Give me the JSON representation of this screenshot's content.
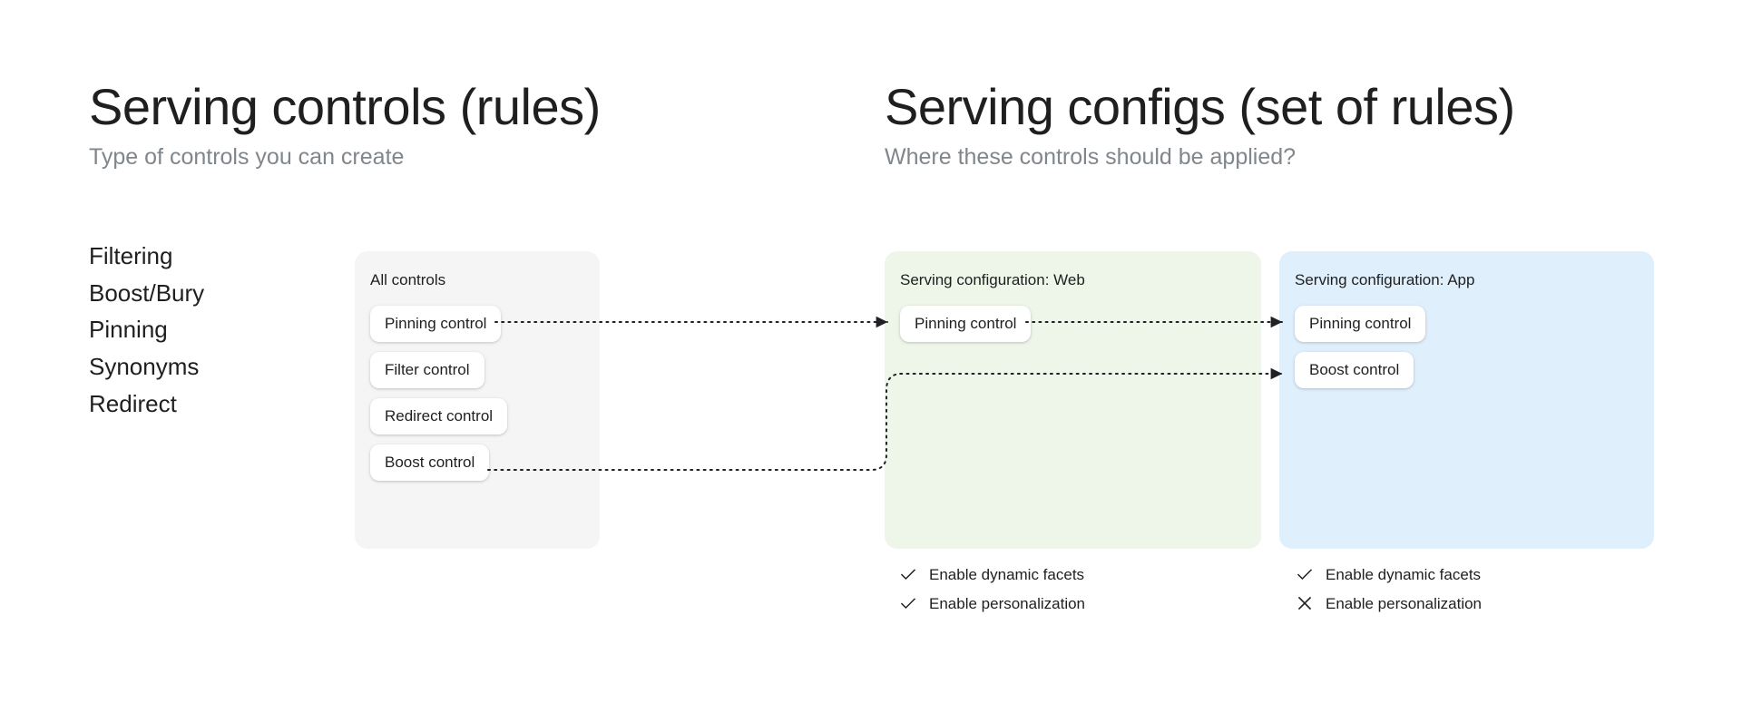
{
  "columns": {
    "left": {
      "title": "Serving controls (rules)",
      "subtitle": "Type of controls you can create"
    },
    "right": {
      "title": "Serving configs (set of rules)",
      "subtitle": "Where these controls should be applied?"
    }
  },
  "control_types": [
    {
      "label": "Filtering"
    },
    {
      "label": "Boost/Bury"
    },
    {
      "label": "Pinning"
    },
    {
      "label": "Synonyms"
    },
    {
      "label": "Redirect"
    }
  ],
  "panels": {
    "all_controls": {
      "title": "All controls",
      "background": "#f5f5f5",
      "chips": [
        {
          "label": "Pinning control"
        },
        {
          "label": "Filter control"
        },
        {
          "label": "Redirect control"
        },
        {
          "label": "Boost control"
        }
      ]
    },
    "serving_config_web": {
      "title": "Serving configuration: Web",
      "background": "#eef5e9",
      "chips": [
        {
          "label": "Pinning control"
        }
      ],
      "options": [
        {
          "label": "Enable dynamic facets",
          "state": "check"
        },
        {
          "label": "Enable personalization",
          "state": "check"
        }
      ]
    },
    "serving_config_app": {
      "title": "Serving configuration: App",
      "background": "#e0effc",
      "chips": [
        {
          "label": "Pinning control"
        },
        {
          "label": "Boost control"
        }
      ],
      "options": [
        {
          "label": "Enable dynamic facets",
          "state": "check"
        },
        {
          "label": "Enable personalization",
          "state": "cross"
        }
      ]
    }
  },
  "connectors": [
    {
      "from": "all-controls.pinning-control",
      "to": "serving-config-web.pinning-control",
      "style": "dotted-arrow"
    },
    {
      "from": "serving-config-web.pinning-control",
      "to": "serving-config-app.pinning-control",
      "style": "dotted-arrow"
    },
    {
      "from": "all-controls.boost-control",
      "to": "serving-config-app.boost-control",
      "style": "dotted-arrow-elbow"
    }
  ],
  "colors": {
    "text": "#1f1f1f",
    "muted": "#80868b",
    "panel_gray": "#f5f5f5",
    "panel_green": "#eef5e9",
    "panel_blue": "#e0effc",
    "connector": "#202124"
  }
}
